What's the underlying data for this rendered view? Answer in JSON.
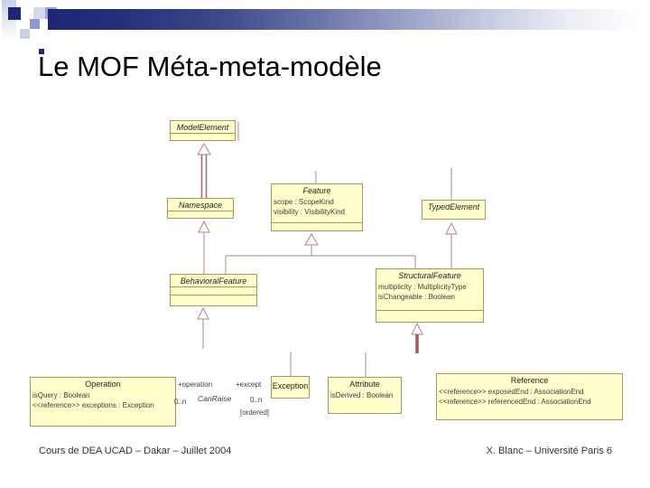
{
  "slide": {
    "title": "Le MOF Méta-meta-modèle",
    "footer_left": "Cours de DEA UCAD – Dakar – Juillet 2004",
    "footer_right": "X. Blanc – Université Paris 6"
  },
  "colors": {
    "accent_navy": "#1f2574",
    "box_fill": "#ffffcc",
    "box_border": "#ab9660",
    "connector_line": "#b28090"
  },
  "diagram": {
    "classes": {
      "model_element": {
        "name": "ModelElement"
      },
      "namespace": {
        "name": "Namespace"
      },
      "feature": {
        "name": "Feature",
        "attrs": [
          "scope : ScopeKind",
          "visibility : VisibilityKind"
        ]
      },
      "typed_element": {
        "name": "TypedElement"
      },
      "behavioral_feature": {
        "name": "BehavioralFeature"
      },
      "structural_feature": {
        "name": "StructuralFeature",
        "attrs": [
          "multiplicity : MultiplicityType",
          "isChangeable : Boolean"
        ]
      },
      "operation": {
        "name": "Operation",
        "attrs": [
          "isQuery : Boolean",
          "<<reference>> exceptions : Exception"
        ]
      },
      "exception": {
        "name": "Exception"
      },
      "attribute": {
        "name": "Attribute",
        "attrs": [
          "isDerived : Boolean"
        ]
      },
      "reference": {
        "name": "Reference",
        "attrs": [
          "<<reference>> exposedEnd : AssociationEnd",
          "<<reference>> referencedEnd : AssociationEnd"
        ]
      }
    },
    "association": {
      "name": "CanRaise",
      "left_role": "+operation",
      "left_multiplicity": "0..n",
      "right_role": "+except",
      "right_multiplicity": "0..n",
      "right_constraint": "[ordered]"
    }
  }
}
